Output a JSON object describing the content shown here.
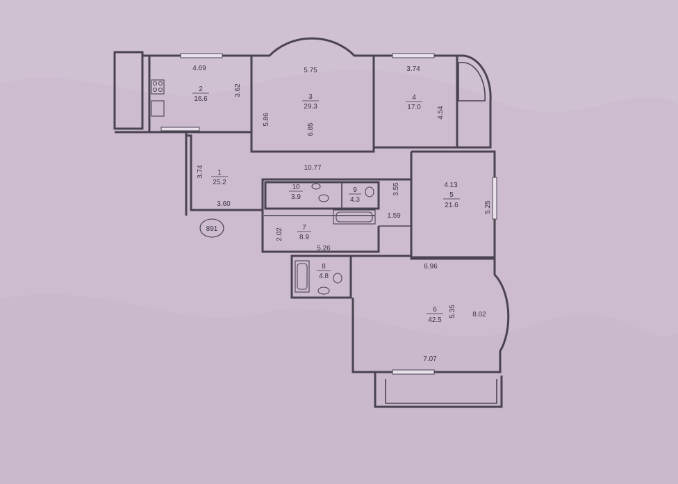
{
  "plan": {
    "stamp": "891",
    "rooms": [
      {
        "num": "1",
        "area": "25.2"
      },
      {
        "num": "2",
        "area": "16.6"
      },
      {
        "num": "3",
        "area": "29.3"
      },
      {
        "num": "4",
        "area": "17.0"
      },
      {
        "num": "5",
        "area": "21.6"
      },
      {
        "num": "6",
        "area": "42.5"
      },
      {
        "num": "7",
        "area": "8.9"
      },
      {
        "num": "8",
        "area": "4.8"
      },
      {
        "num": "9",
        "area": "4.3"
      },
      {
        "num": "10",
        "area": "3.9"
      }
    ],
    "dimensions": [
      "4.69",
      "3.62",
      "5.75",
      "5.86",
      "6.85",
      "3.74",
      "4.54",
      "10.77",
      "3.74",
      "3.60",
      "3.55",
      "4.13",
      "5.25",
      "1.59",
      "2.02",
      "5.26",
      "6.96",
      "5.35",
      "8.02",
      "7.07"
    ]
  }
}
